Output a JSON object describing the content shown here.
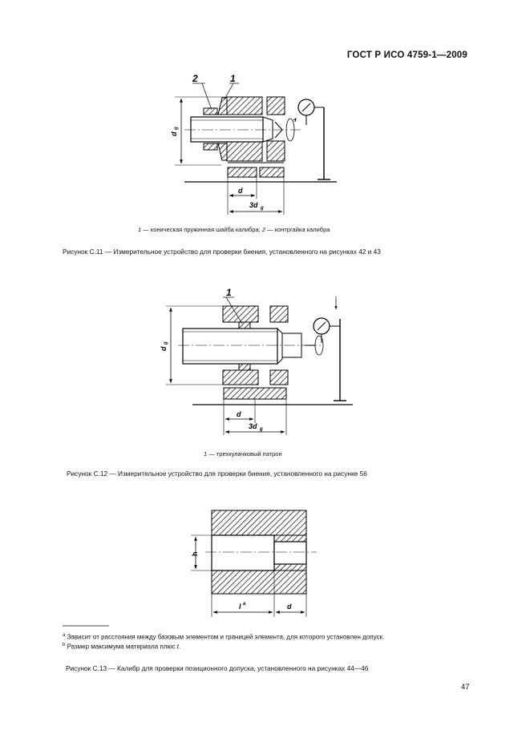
{
  "header": {
    "standard": "ГОСТ Р ИСО 4759-1—2009"
  },
  "figure_c11": {
    "callouts": [
      "2",
      "1"
    ],
    "dim_dg": "d",
    "dim_dg_sub": "g",
    "dim_d": "d",
    "dim_3dg": "3d",
    "dim_3dg_sub": "g",
    "legend_n1": "1",
    "legend_t1": " — коническая пружинная шайба калибра; ",
    "legend_n2": "2",
    "legend_t2": " — контргайка калибра",
    "caption": "Рисунок  С.11 — Измерительное устройство для проверки биения, установленного на рисунках 42 и 43"
  },
  "figure_c12": {
    "callouts": [
      "1"
    ],
    "dim_dg": "d",
    "dim_dg_sub": "g",
    "dim_d": "d",
    "dim_3dg": "3d",
    "dim_3dg_sub": "g",
    "legend_n1": "1",
    "legend_t1": " —  трехкулачковый патрон",
    "caption": "Рисунок  С.12 — Измерительное устройство для проверки биения, установленного на рисунке 56"
  },
  "figure_c13": {
    "dim_h": "h",
    "dim_l": "l",
    "dim_l_sup": "a",
    "dim_d": "d",
    "caption": "Рисунок  С.13 — Калибр для проверки позиционного допуска, установленного на рисунках 44—46"
  },
  "footnotes": [
    {
      "mark": "a",
      "text": " Зависит от расстояния между базовым элементом и границей элемента, для которого установлен допуск."
    },
    {
      "mark": "b",
      "text": " Размер максимума материала плюс ",
      "italic": "t",
      "end": "."
    }
  ],
  "page_number": "47"
}
